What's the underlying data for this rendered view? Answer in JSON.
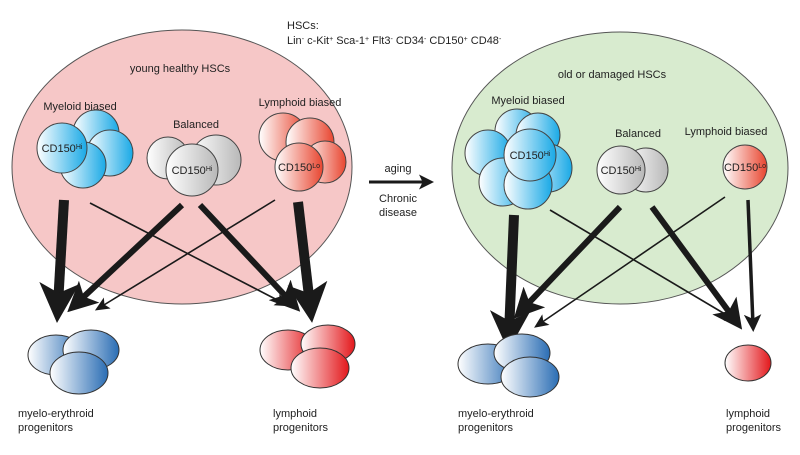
{
  "header": {
    "line1": "HSCs:",
    "markers": [
      {
        "name": "Lin",
        "sup": "-"
      },
      {
        "name": " c-Kit",
        "sup": "+"
      },
      {
        "name": " Sca-1",
        "sup": "+"
      },
      {
        "name": " Flt3",
        "sup": "-"
      },
      {
        "name": " CD34",
        "sup": "-"
      },
      {
        "name": " CD150",
        "sup": "+"
      },
      {
        "name": " CD48",
        "sup": "-"
      }
    ]
  },
  "young": {
    "title": "young healthy HSCs",
    "myeloid_label": "Myeloid biased",
    "balanced_label": "Balanced",
    "lymphoid_label": "Lymphoid biased",
    "myeloid_marker": {
      "base": "CD150",
      "sup": "Hi"
    },
    "balanced_marker": {
      "base": "CD150",
      "sup": "Hi"
    },
    "lymphoid_marker": {
      "base": "CD150",
      "sup": "Lo"
    }
  },
  "old": {
    "title": "old or damaged HSCs",
    "myeloid_label": "Myeloid biased",
    "balanced_label": "Balanced",
    "lymphoid_label": "Lymphoid biased",
    "myeloid_marker": {
      "base": "CD150",
      "sup": "Hi"
    },
    "balanced_marker": {
      "base": "CD150",
      "sup": "Hi"
    },
    "lymphoid_marker": {
      "base": "CD150",
      "sup": "Lo"
    }
  },
  "transition": {
    "above": "aging",
    "below_line1": "Chronic",
    "below_line2": "disease"
  },
  "progenitors": {
    "myelo_line1": "myelo-erythroid",
    "myelo_line2": "progenitors",
    "lymph_line1": "lymphoid",
    "lymph_line2": "progenitors"
  },
  "colors": {
    "young_bg": "#f6c7c7",
    "old_bg": "#d8ebcf",
    "myeloid_blue": "#19a9e6",
    "lymphoid_red": "#e8452f",
    "balanced_grey": "#bdbdbd",
    "prog_blue": "#2a6db4",
    "prog_red": "#e3171b"
  }
}
